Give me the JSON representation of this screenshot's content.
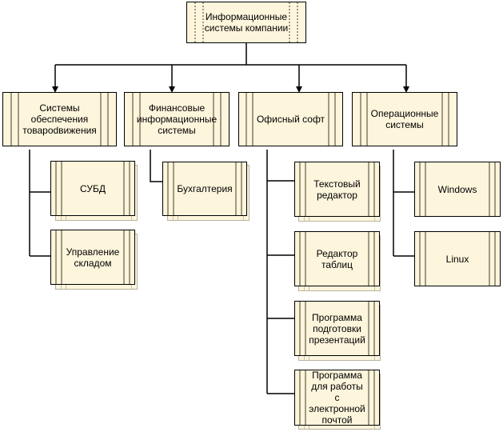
{
  "diagram": {
    "type": "hierarchy",
    "colors": {
      "node_fill": "#fdf5dc",
      "node_border": "#000000",
      "node_stripe": "#a09a80",
      "line": "#000000"
    },
    "root": {
      "label": "Информационные\nсистемы компании"
    },
    "categories": [
      {
        "label": "Системы\nобеспечения\nтоваро­dвижения",
        "children": [
          {
            "label": "СУБД"
          },
          {
            "label": "Управление\nскладом"
          }
        ]
      },
      {
        "label": "Финансовые\nинформационные\nсистемы",
        "children": [
          {
            "label": "Бухгалтерия"
          }
        ]
      },
      {
        "label": "Офисный софт",
        "children": [
          {
            "label": "Текстовый\nредактор"
          },
          {
            "label": "Редактор\nтаблиц"
          },
          {
            "label": "Программа\nподготовки\nпрезентаций"
          },
          {
            "label": "Программа\nдля работы с\nэлектронной\nпочтой"
          }
        ]
      },
      {
        "label": "Операционные\nсистемы",
        "children": [
          {
            "label": "Windows"
          },
          {
            "label": "Linux"
          }
        ]
      }
    ]
  }
}
